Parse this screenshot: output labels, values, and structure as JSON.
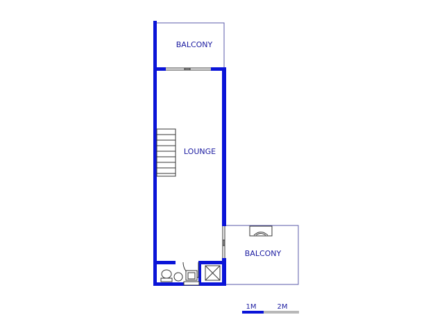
{
  "rooms": {
    "balcony_top": "BALCONY",
    "lounge": "LOUNGE",
    "balcony_right": "BALCONY"
  },
  "scale": {
    "label_1": "1M",
    "label_2": "2M"
  },
  "colors": {
    "wall": "#0a14d8",
    "outline": "#5a5aa8",
    "room_text": "#1a1aa0",
    "fixture": "#333333",
    "scale_bar_primary": "#0a14d8",
    "scale_bar_secondary": "#b8b8b8"
  }
}
